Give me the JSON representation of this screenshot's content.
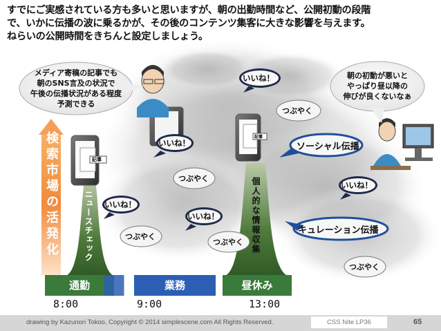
{
  "headline": {
    "line1": "すでにご実感されている方も多いと思いますが、朝の出勤時間など、公開初動の段階",
    "line2": "で、いかに伝播の波に乗るかが、その後のコンテンツ集客に大きな影響を与えます。",
    "line3": "ねらいの公開時間をきちんと設定しましょう。"
  },
  "bubbles": {
    "left": [
      "メディア寄稿の記事でも",
      "朝のSNS言及の状況で",
      "午後の伝播状況がある程度",
      "予測できる"
    ],
    "right": [
      "朝の初動が悪いと",
      "やっぱり昼以降の",
      "伸びが良くないなぁ"
    ]
  },
  "reactions": {
    "iine": "いいね！",
    "tsubuyaku": "つぶやく"
  },
  "spread": {
    "social": "ソーシャル伝播",
    "curation": "キュレーション伝播"
  },
  "vertical": {
    "search": "検索市場の活発化",
    "news": "ニュースチェック",
    "personal": "個人的な情報収集"
  },
  "timeline": {
    "bars": [
      "通勤",
      "業務",
      "昼休み"
    ],
    "times": [
      "8:00",
      "9:00",
      "13:00"
    ],
    "colors": {
      "commute": "#3a7a3a",
      "work": "#2c5fb3",
      "lunch": "#3a7a3a"
    }
  },
  "phone_tag": "記事",
  "footer": {
    "credit": "drawing by Kazunori Tokoo, Copyright © 2014 simplescene.com All Rights Reserved.",
    "event": "CSS Nite LP36",
    "page": "65"
  }
}
